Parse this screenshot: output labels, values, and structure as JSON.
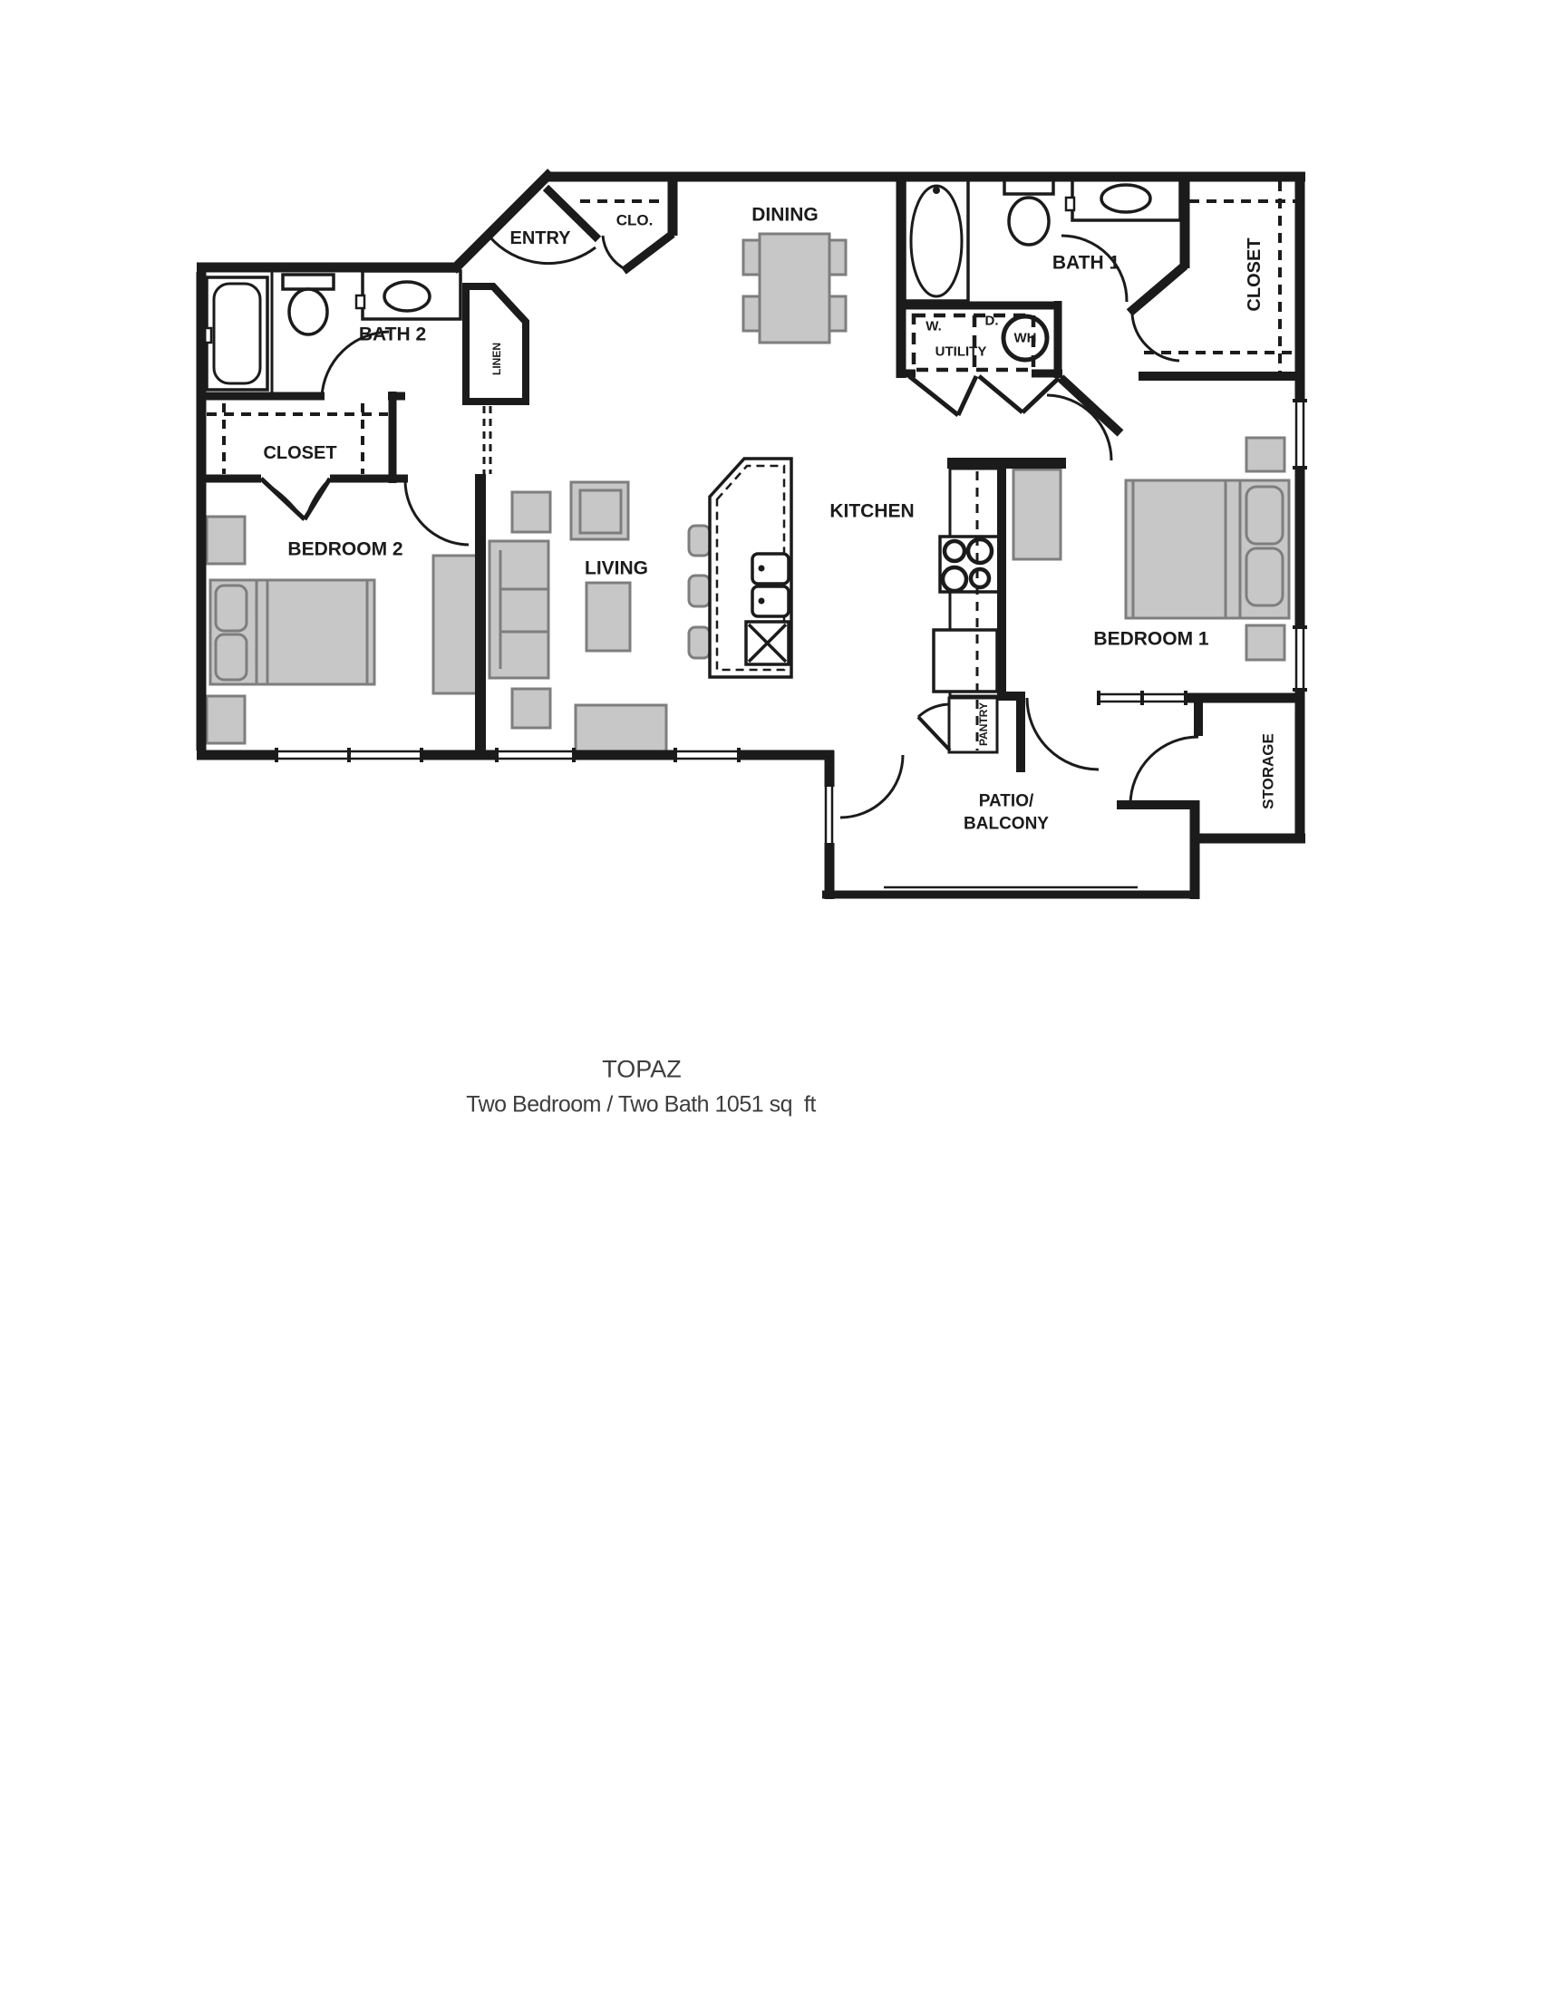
{
  "floorplan": {
    "name": "TOPAZ",
    "subtitle": "Two Bedroom / Two Bath 1051 sq  ft",
    "labels": {
      "entry": "ENTRY",
      "clo": "CLO.",
      "dining": "DINING",
      "bath1": "BATH 1",
      "closet1": "CLOSET",
      "bath2": "BATH 2",
      "linen": "LINEN",
      "closet2": "CLOSET",
      "bedroom2": "BEDROOM 2",
      "living": "LIVING",
      "kitchen": "KITCHEN",
      "washer": "W.",
      "dryer": "D.",
      "utility": "UTILITY",
      "water_heater": "WH",
      "pantry": "PANTRY",
      "bedroom1": "BEDROOM 1",
      "storage": "STORAGE",
      "patio_line1": "PATIO/",
      "patio_line2": "BALCONY"
    },
    "colors": {
      "wall": "#1b1b1b",
      "furniture_fill": "#c7c7c7",
      "furniture_stroke": "#7e7e7e",
      "caption_text": "#3d3d3d",
      "background": "#ffffff"
    }
  }
}
